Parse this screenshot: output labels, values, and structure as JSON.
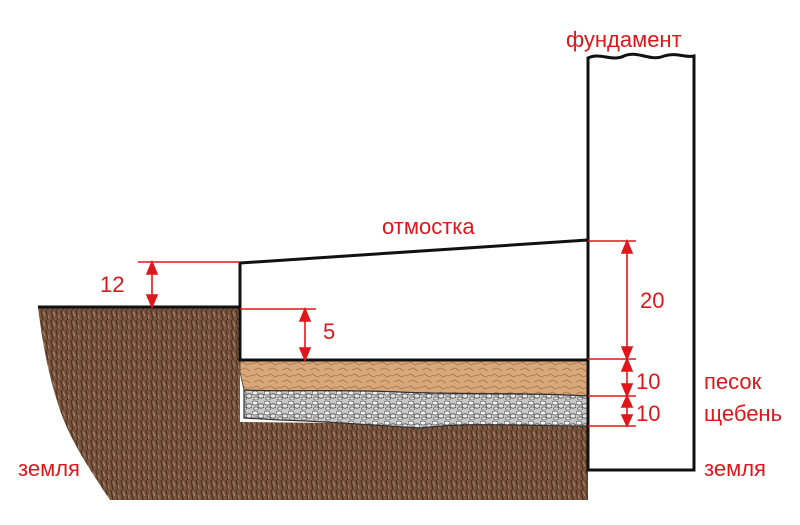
{
  "labels": {
    "foundation": "фундамент",
    "blind_area": "отмостка",
    "sand": "песок",
    "gravel": "щебень",
    "soil_left": "земля",
    "soil_right": "земля"
  },
  "dimensions": {
    "step_height": "12",
    "slab_depth_edge": "5",
    "slab_depth_wall": "20",
    "sand_thickness": "10",
    "gravel_thickness": "10"
  },
  "colors": {
    "dimension": "#e0161b",
    "soil": "#7a5640",
    "sand": "#d9a87a",
    "gravel": "#b9b9b9",
    "outline": "#111111"
  }
}
